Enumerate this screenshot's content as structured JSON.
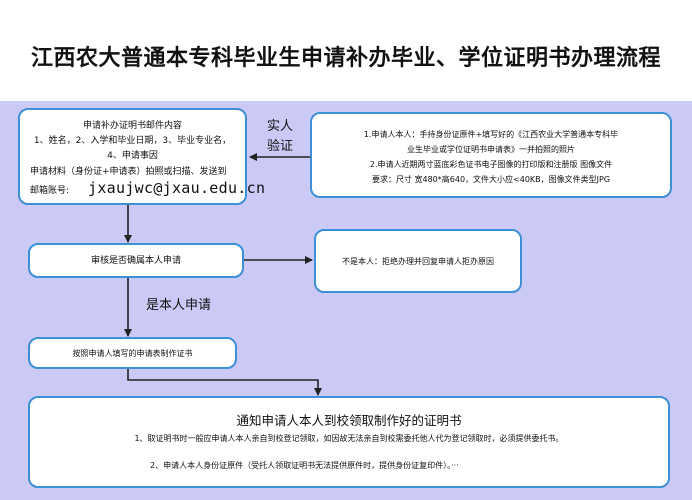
{
  "title": "江西农大普通本专科毕业生申请补办毕业、学位证明书办理流程",
  "box_mail": {
    "line1": "申请补办证明书邮件内容",
    "line2": "1、姓名，2、入学和毕业日期，3、毕业专业名，",
    "line3": "4、申请事因",
    "line4": "申请材料（身份证+申请表）拍照或扫描、发送到",
    "email_prefix": "邮箱账号:",
    "email": "jxaujwc@jxau.edu.cn"
  },
  "label_verify": {
    "line1": "实人",
    "line2": "验证"
  },
  "box_req": {
    "line1": "1.申请人本人：手持身份证原件+填写好的《江西农业大学普通本专科毕",
    "line2": "业生毕业或学位证明书申请表》一并拍照的照片",
    "line3": "2.申请人近期两寸蓝底彩色证书电子图像的打印版和注册版 图像文件",
    "line4": "要求：尺寸 宽480*高640，文件大小应<40KB，图像文件类型JPG"
  },
  "box_check": {
    "text": "审核是否确属本人申请"
  },
  "box_reject": {
    "text": "不是本人：拒绝办理并回复申请人拒办原因"
  },
  "label_yes": "是本人申请",
  "box_make": {
    "text": "按照申请人填写的申请表制作证书"
  },
  "box_notify": {
    "title": "通知申请人本人到校领取制作好的证明书",
    "line1": "1、取证明书时一般应申请人本人亲自到校登记领取，如因故无法亲自到校需委托他人代为登记领取时，必须提供委托书。",
    "line2": "2、申请人本人身份证原件（受托人领取证明书无法提供原件时，提供身份证复印件）。···"
  }
}
